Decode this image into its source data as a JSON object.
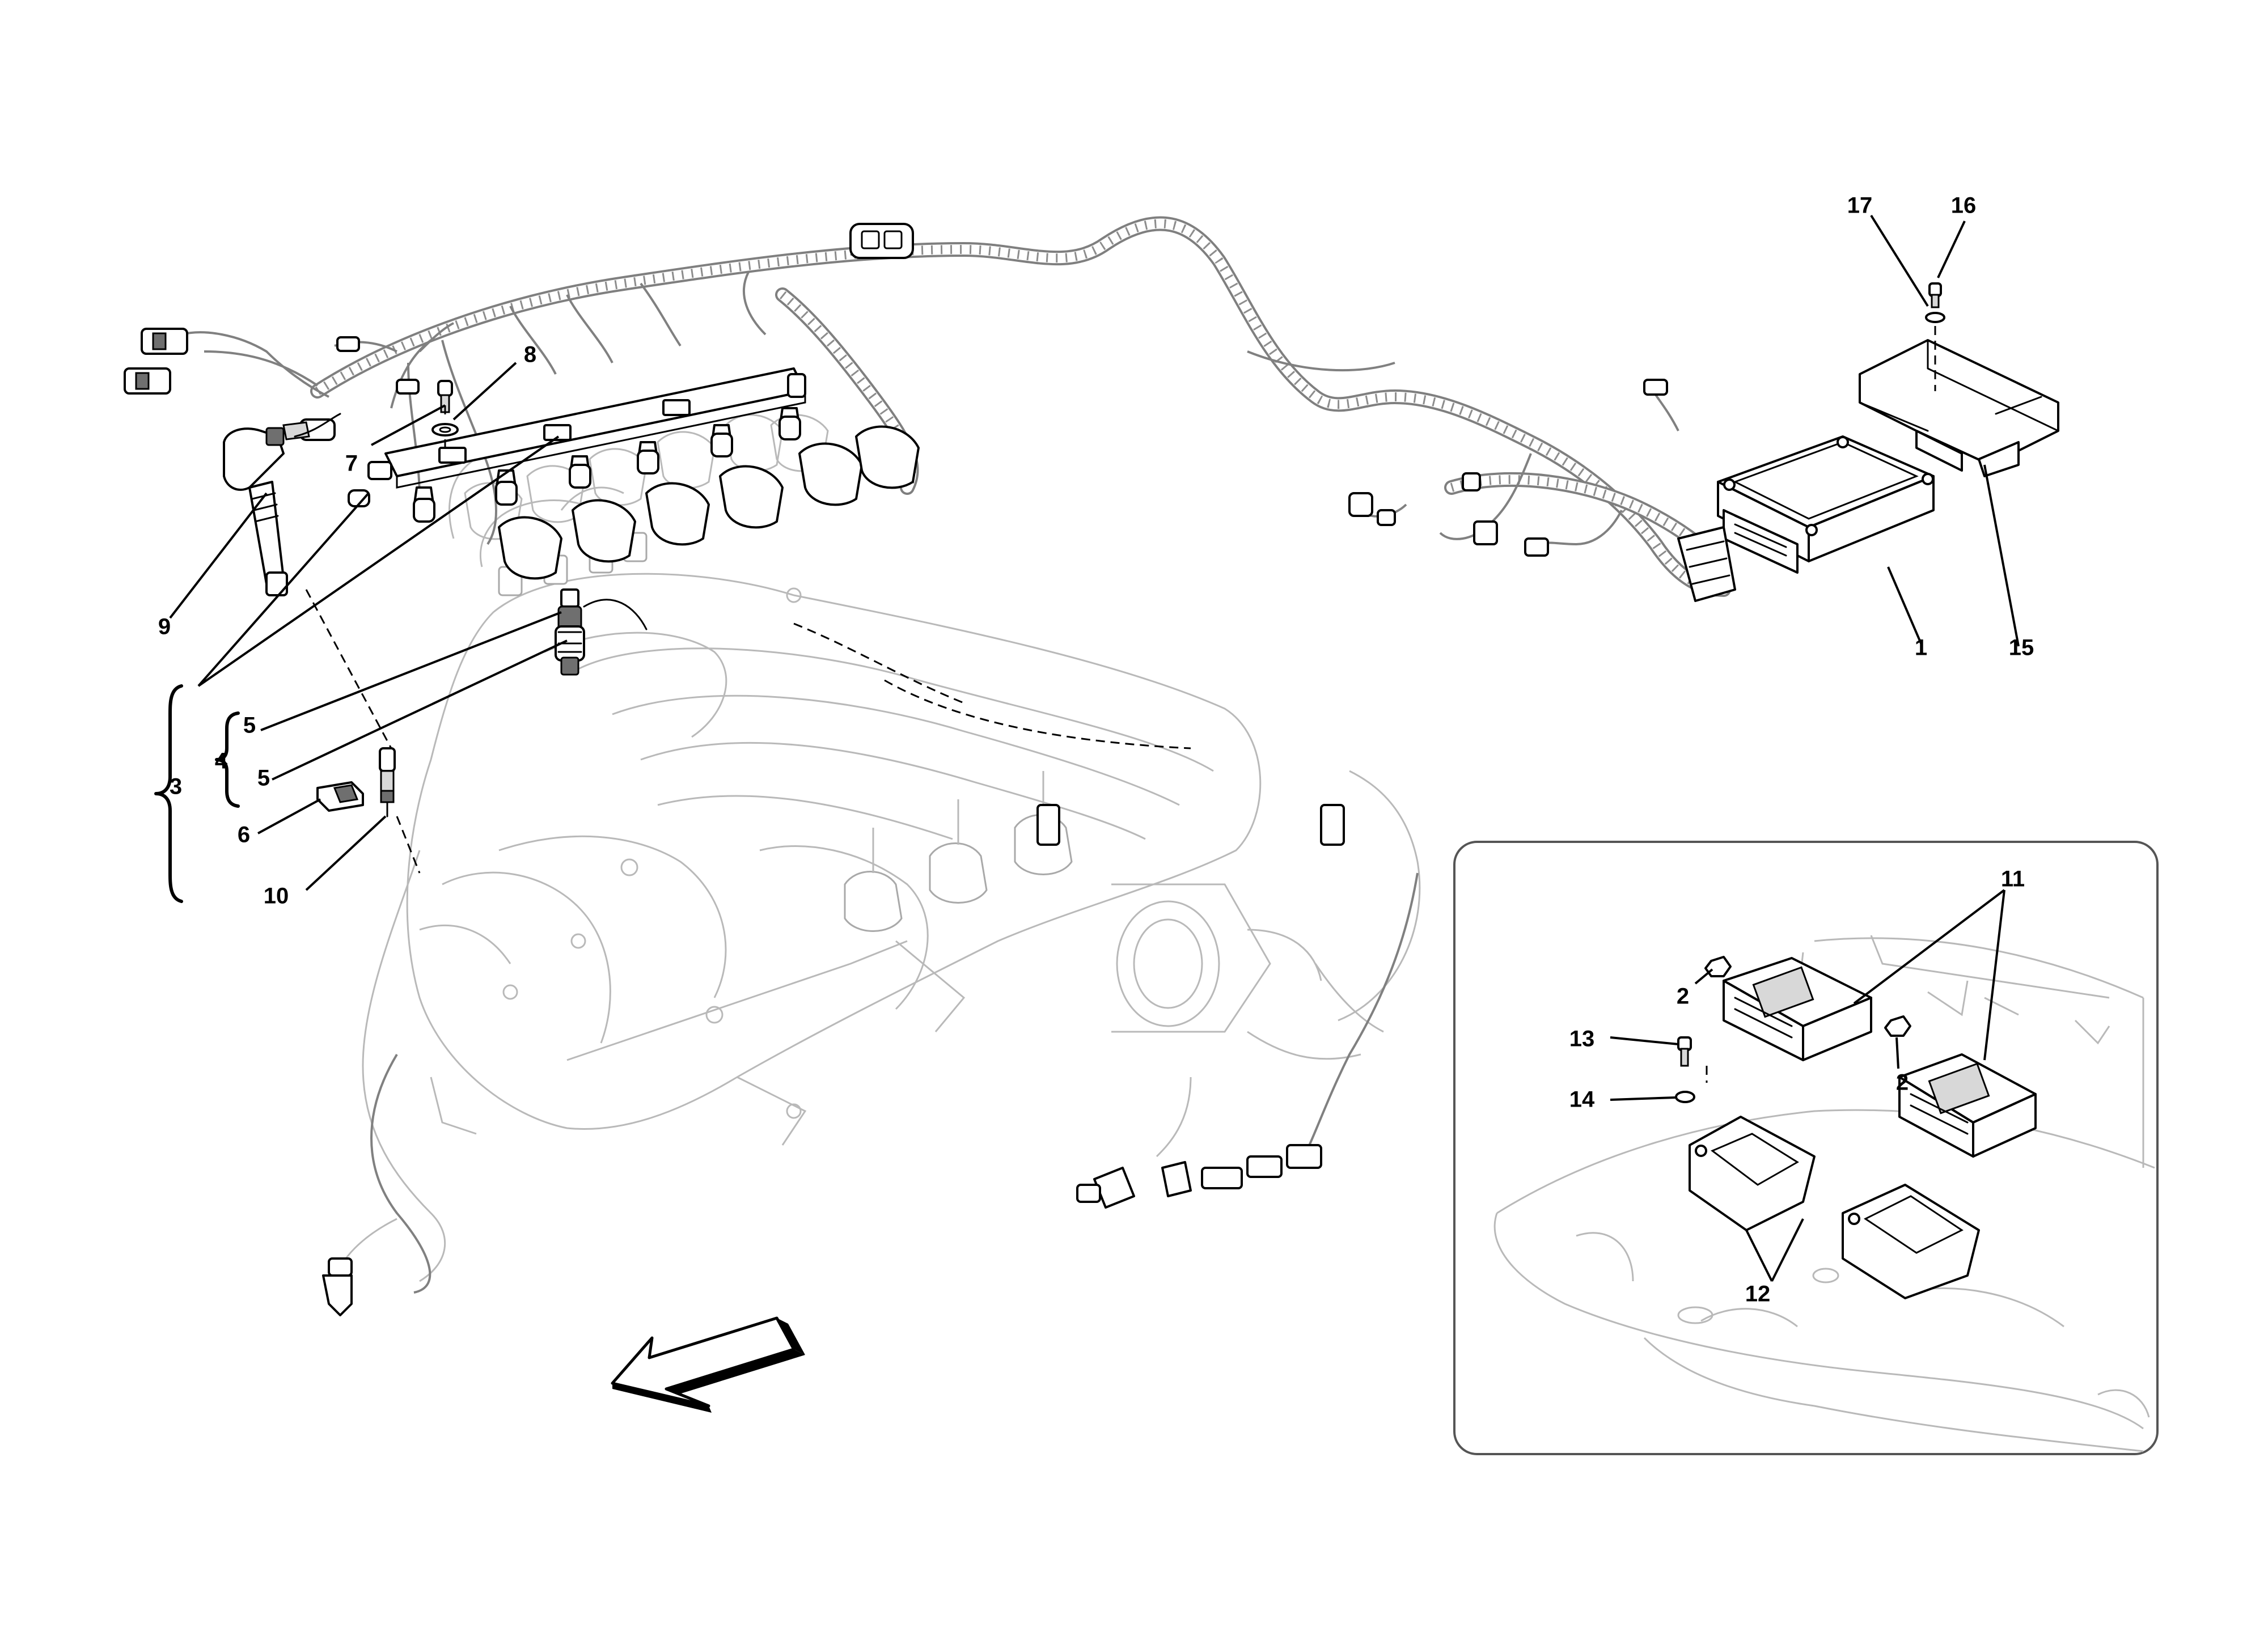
{
  "callouts": {
    "c1": "1",
    "c2a": "2",
    "c2b": "2",
    "c3": "3",
    "c4": "4",
    "c5a": "5",
    "c5b": "5",
    "c6": "6",
    "c7": "7",
    "c8": "8",
    "c9": "9",
    "c10": "10",
    "c11": "11",
    "c12": "12",
    "c13": "13",
    "c14": "14",
    "c15": "15",
    "c16": "16",
    "c17": "17"
  },
  "icons": {
    "direction_arrow": "front-direction-arrow-icon",
    "inset_view": "ecu-mounting-detail"
  },
  "colors": {
    "line": "#000000",
    "ghost": "#b9b9b9",
    "harness": "#7f7f7f",
    "background": "#ffffff"
  }
}
